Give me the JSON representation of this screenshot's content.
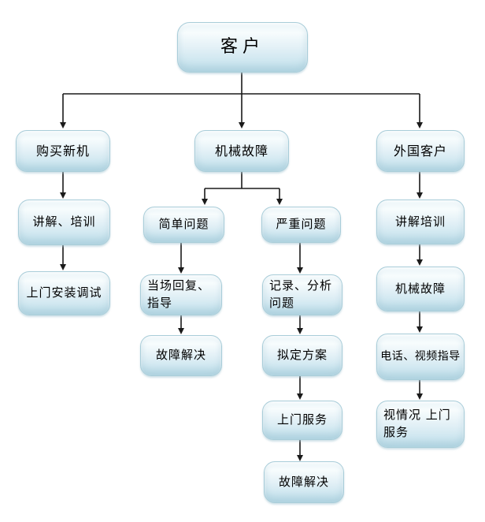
{
  "diagram": {
    "type": "flowchart",
    "background_color": "#ffffff",
    "node_fill_top": "#f7fcfd",
    "node_fill_bottom": "#c0dfea",
    "node_border_color": "#a9cdd9",
    "arrow_color": "#1a1a1a",
    "text_color": "#000000",
    "nodes": {
      "customer": "客户",
      "buy_new_machine": "购买新机",
      "mechanical_failure": "机械故障",
      "foreign_customer": "外国客户",
      "explain_training_left": "讲解、培训",
      "onsite_install_debug": "上门安装调试",
      "simple_problem": "简单问题",
      "serious_problem": "严重问题",
      "onspot_reply_guide": "当场回复、指导",
      "fault_resolved_simple": "故障解决",
      "record_analyze_problem": "记录、分析问题",
      "draft_plan": "拟定方案",
      "onsite_service": "上门服务",
      "fault_resolved_serious": "故障解决",
      "explain_training_right": "讲解培训",
      "mechanical_failure_right": "机械故障",
      "phone_video_guide": "电话、视频指导",
      "onsite_as_needed": "视情况 上门服务"
    },
    "edges": [
      {
        "from": "customer",
        "to": "buy_new_machine"
      },
      {
        "from": "customer",
        "to": "mechanical_failure"
      },
      {
        "from": "customer",
        "to": "foreign_customer"
      },
      {
        "from": "buy_new_machine",
        "to": "explain_training_left"
      },
      {
        "from": "explain_training_left",
        "to": "onsite_install_debug"
      },
      {
        "from": "mechanical_failure",
        "to": "simple_problem"
      },
      {
        "from": "mechanical_failure",
        "to": "serious_problem"
      },
      {
        "from": "simple_problem",
        "to": "onspot_reply_guide"
      },
      {
        "from": "onspot_reply_guide",
        "to": "fault_resolved_simple"
      },
      {
        "from": "serious_problem",
        "to": "record_analyze_problem"
      },
      {
        "from": "record_analyze_problem",
        "to": "draft_plan"
      },
      {
        "from": "draft_plan",
        "to": "onsite_service"
      },
      {
        "from": "onsite_service",
        "to": "fault_resolved_serious"
      },
      {
        "from": "foreign_customer",
        "to": "explain_training_right"
      },
      {
        "from": "explain_training_right",
        "to": "mechanical_failure_right"
      },
      {
        "from": "mechanical_failure_right",
        "to": "phone_video_guide"
      },
      {
        "from": "phone_video_guide",
        "to": "onsite_as_needed"
      }
    ]
  }
}
